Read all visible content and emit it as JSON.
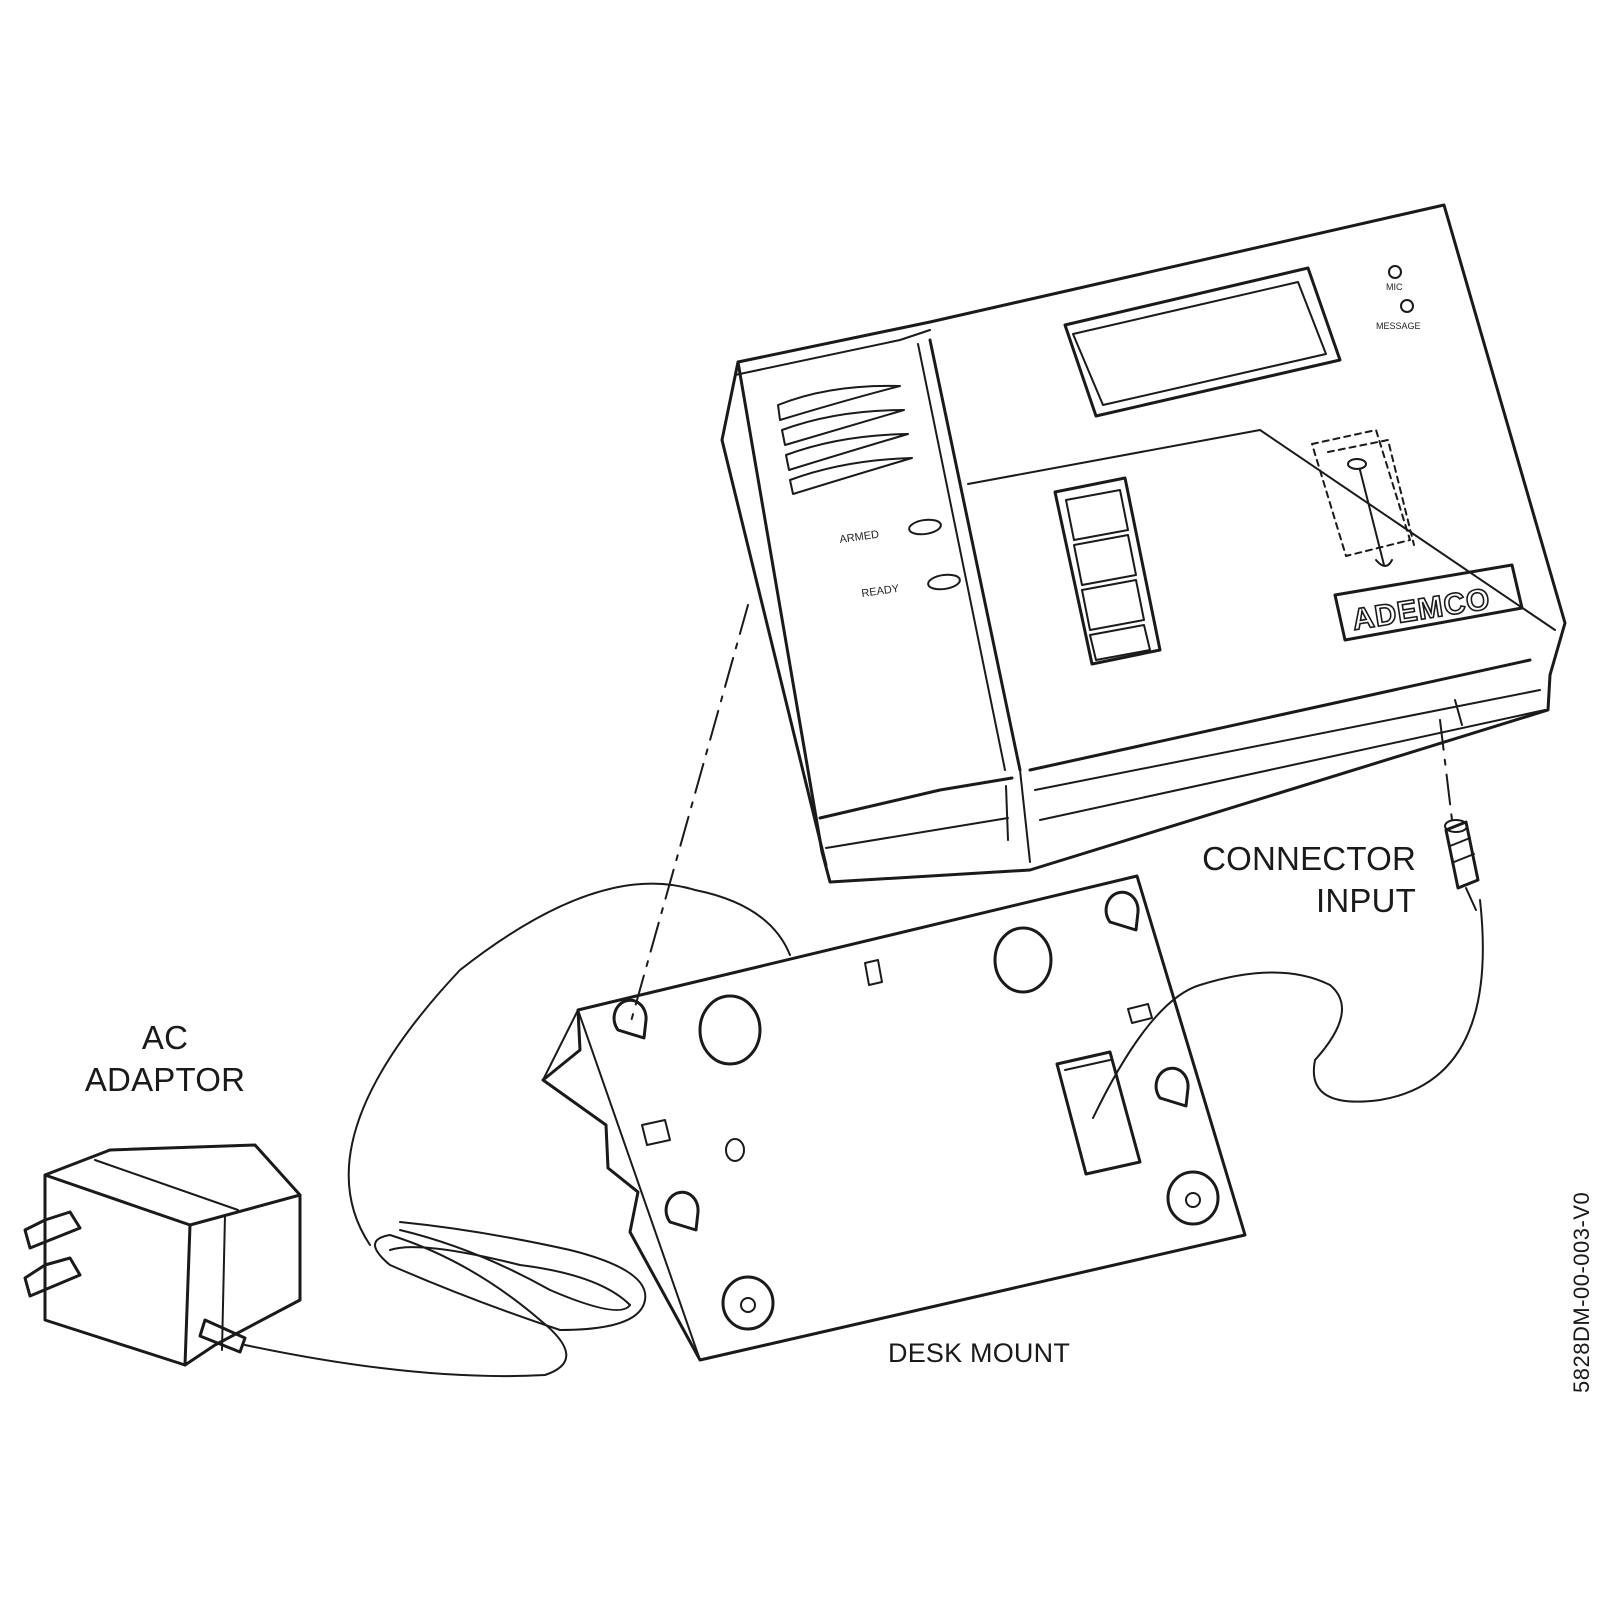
{
  "labels": {
    "ac_adaptor": [
      "AC",
      "ADAPTOR"
    ],
    "connector_input": [
      "CONNECTOR",
      "INPUT"
    ],
    "desk_mount": "DESK MOUNT",
    "figure_id": "5828DM-00-003-V0"
  },
  "device": {
    "indicators": [
      "ARMED",
      "READY"
    ],
    "top_indicators": [
      "MIC",
      "MESSAGE"
    ],
    "brand": "ADEMCO"
  },
  "colors": {
    "line": "#1a1a1a",
    "background": "#ffffff"
  }
}
